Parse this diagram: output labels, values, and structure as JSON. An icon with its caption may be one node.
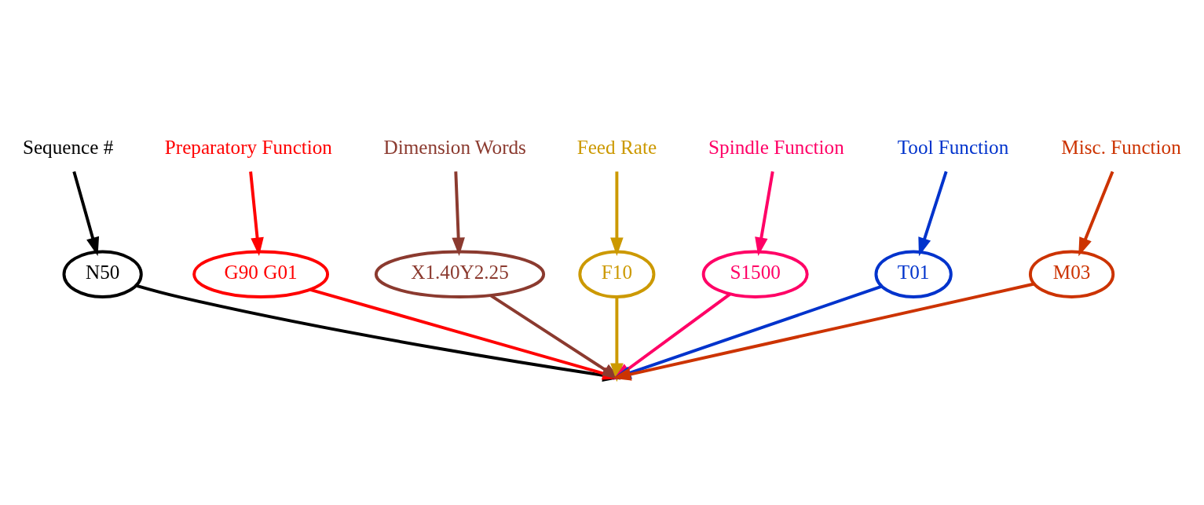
{
  "diagram": {
    "nodes": [
      {
        "text": [
          "Sequence #"
        ]
      },
      {
        "text": [
          "Preparatory Function"
        ]
      },
      {
        "text": [
          "Dimension Words"
        ]
      },
      {
        "text": [
          "Feed Rate"
        ]
      },
      {
        "text": [
          "Spindle Function"
        ]
      },
      {
        "text": [
          "Tool Function"
        ]
      },
      {
        "text": [
          "Misc. Function"
        ]
      },
      {
        "text": [
          "N50"
        ]
      },
      {
        "text": [
          "G90 G01"
        ]
      },
      {
        "text": [
          "X1.40Y2.25"
        ]
      },
      {
        "text": [
          "F10"
        ]
      },
      {
        "text": [
          "S1500"
        ]
      },
      {
        "text": [
          "T01"
        ]
      },
      {
        "text": [
          "M03"
        ]
      }
    ],
    "edges": [
      {
        "from": 0,
        "to": 7,
        "arrow": "to",
        "color": "#000000"
      },
      {
        "from": 1,
        "to": 8,
        "arrow": "to",
        "color": "#ff0000"
      },
      {
        "from": 2,
        "to": 9,
        "arrow": "to",
        "color": "#8b3a2f"
      },
      {
        "from": 3,
        "to": 10,
        "arrow": "to",
        "color": "#cc9900"
      },
      {
        "from": 4,
        "to": 11,
        "arrow": "to",
        "color": "#ff0066"
      },
      {
        "from": 5,
        "to": 12,
        "arrow": "to",
        "color": "#0033cc"
      },
      {
        "from": 6,
        "to": 13,
        "arrow": "to",
        "color": "#cc3300"
      },
      {
        "from": 7,
        "to": null,
        "arrow": "to",
        "color": "#000000"
      },
      {
        "from": 8,
        "to": null,
        "arrow": "to",
        "color": "#ff0000"
      },
      {
        "from": 9,
        "to": null,
        "arrow": "to",
        "color": "#8b3a2f"
      },
      {
        "from": 10,
        "to": null,
        "arrow": "to",
        "color": "#cc9900"
      },
      {
        "from": 11,
        "to": null,
        "arrow": "to",
        "color": "#ff0066"
      },
      {
        "from": 12,
        "to": null,
        "arrow": "to",
        "color": "#0033cc"
      },
      {
        "from": 13,
        "to": null,
        "arrow": "to",
        "color": "#cc3300"
      }
    ]
  }
}
